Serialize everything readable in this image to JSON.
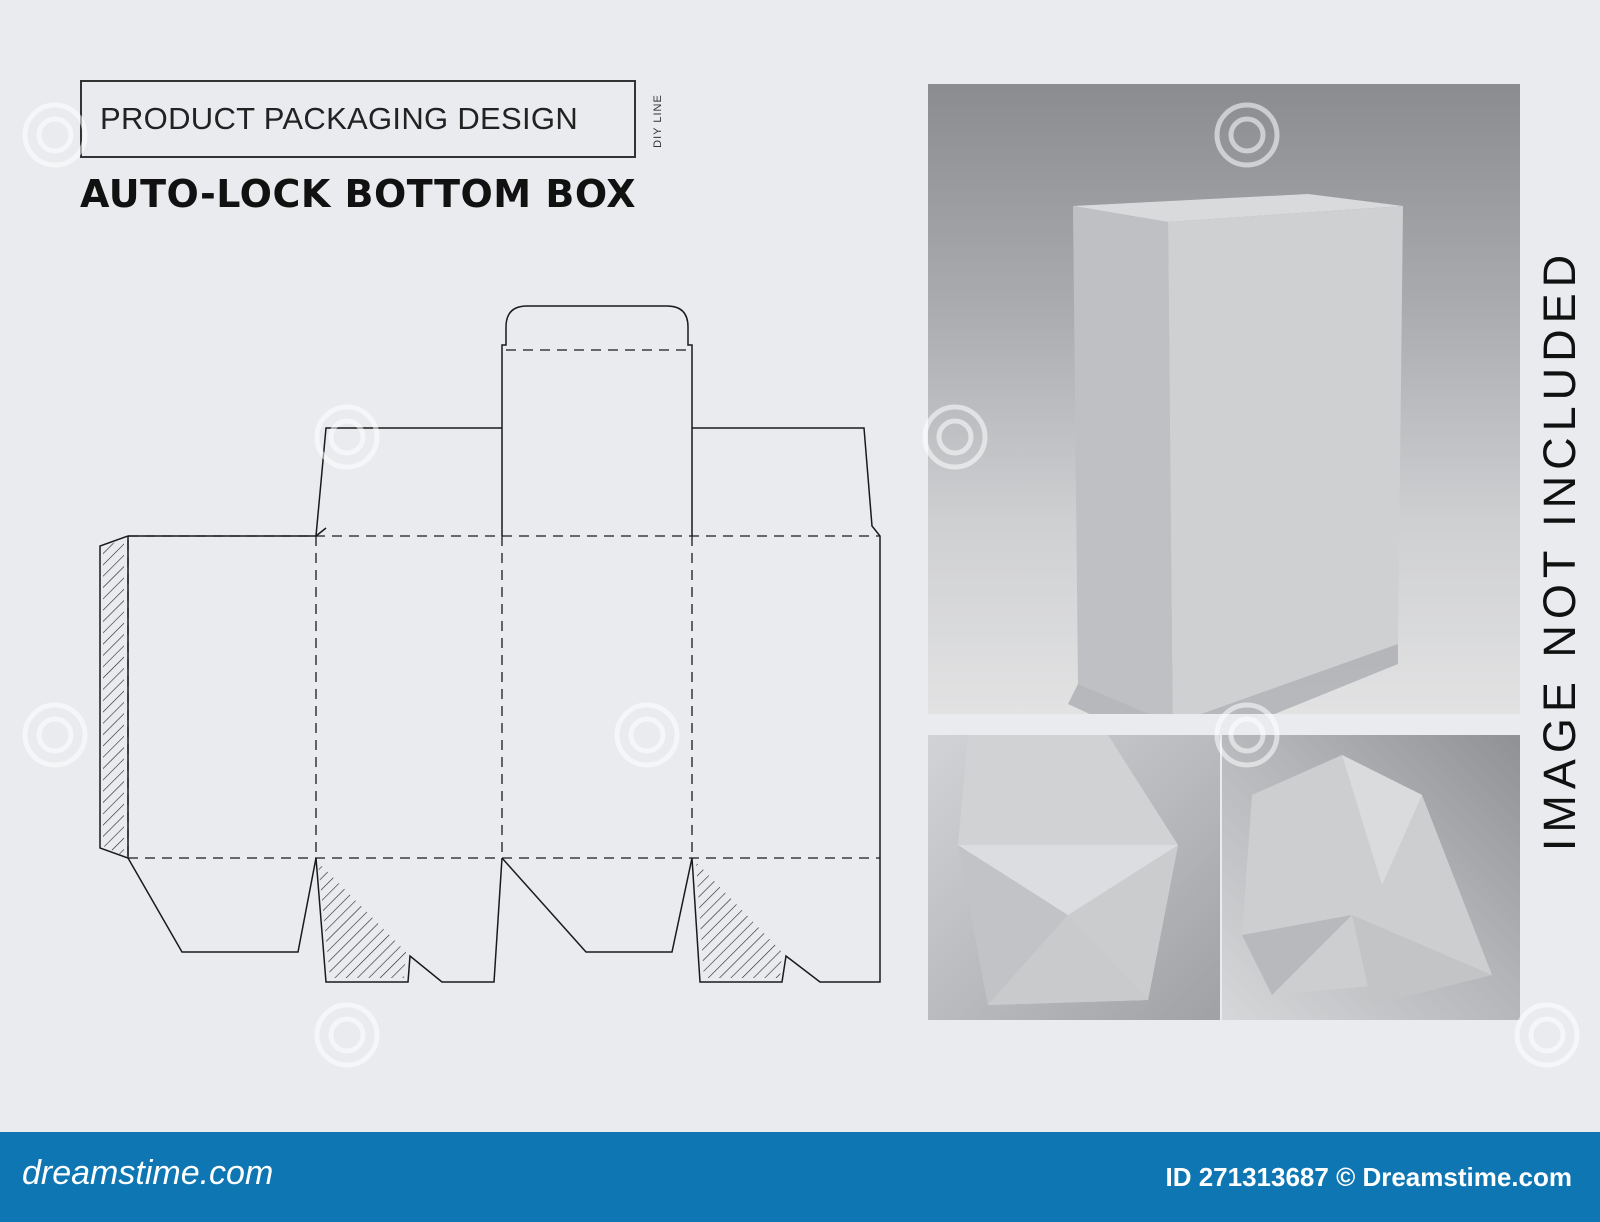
{
  "header": {
    "title": "PRODUCT PACKAGING DESIGN",
    "diy_label": "DIY LINE",
    "subtitle": "AUTO-LOCK BOTTOM BOX"
  },
  "side_note": "IMAGE NOT INCLUDED",
  "footer": {
    "logo": "dreamstime.com",
    "id_text": "ID 271313687 © Dreamstime.com"
  },
  "colors": {
    "background": "#e9ebee",
    "footer": "#0d76b3",
    "dieline": "#1a1a1a"
  },
  "icons": [
    "dreamstime-spiral-watermark-icon",
    "dreamstime-logo-icon"
  ]
}
